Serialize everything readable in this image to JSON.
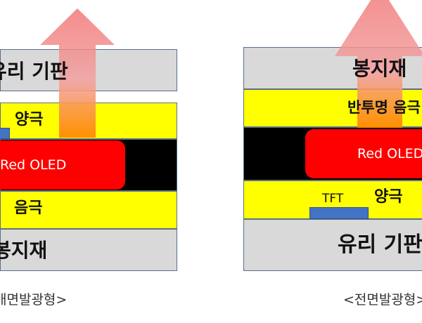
{
  "bottom_emission": {
    "top_glass_label": "유리 기판",
    "anode_label": "양극",
    "oled_label": "Red OLED",
    "cathode_label": "음극",
    "bottom_encap_label": "봉지재",
    "caption": "배면발광형>"
  },
  "top_emission": {
    "top_encap_label": "봉지재",
    "semi_cathode_label": "반투명 음극",
    "oled_label": "Red OLED",
    "tft_label": "TFT",
    "anode_label": "양극",
    "bottom_glass_label": "유리 기판",
    "caption": "<전면발광형>"
  },
  "colors": {
    "glass": "#d9d9d9",
    "electrode": "#ffff00",
    "oled": "#ff0000",
    "tft": "#4472c4",
    "light_arrow": "#f08080"
  }
}
